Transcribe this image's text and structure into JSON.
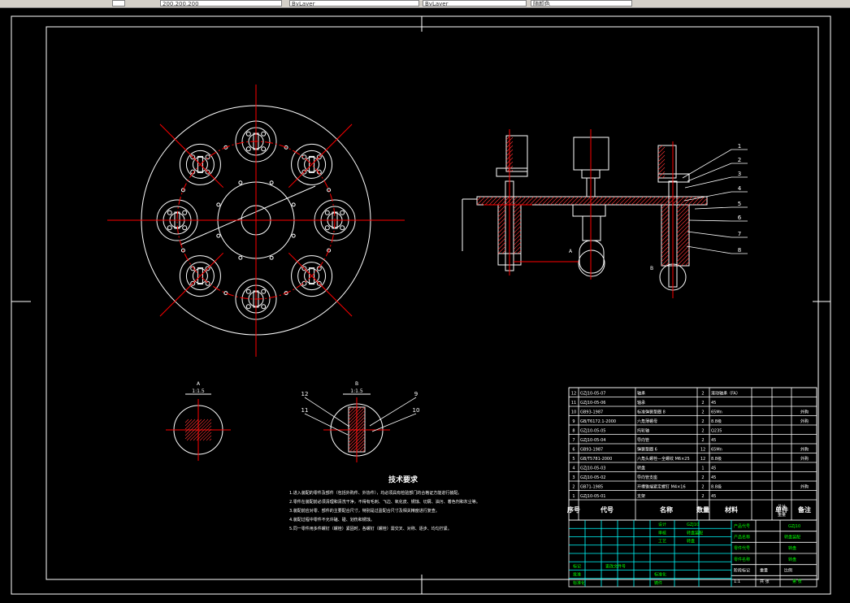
{
  "toolbar": {
    "coord_field": "200,200,200",
    "field_2": "ByLayer",
    "field_3": "ByLayer",
    "field_4": "随颜色"
  },
  "drawing": {
    "title_block_heading": "技术要求",
    "requirements": [
      "1.进入装配的零件及部件（包括外购件、外协件），均必须具有检验部门的合格证方能进行装配。",
      "2.零件在装配前必须清理和清洗干净，不得有毛刺、飞边、氧化皮、锈蚀、切屑、油污、着色剂和灰尘等。",
      "3.装配前应对零、部件的主要配合尺寸，特别是过盈配合尺寸及相关精度进行复查。",
      "4.装配过程中零件不允许磕、碰、划伤和锈蚀。",
      "5.同一零件用多件螺钉（螺栓）紧固时，各螺钉（螺栓）需交叉、对称、逐步、均匀拧紧。"
    ],
    "section_a": {
      "label": "A",
      "scale": "1:1.5"
    },
    "section_b": {
      "label": "B",
      "scale": "1:1.5"
    },
    "leaders_right": [
      "1",
      "2",
      "3",
      "4",
      "5",
      "6",
      "7",
      "8"
    ],
    "leader_a": "A",
    "leader_b": "B",
    "leaders_b_view": [
      "12",
      "11",
      "9",
      "10"
    ]
  },
  "bom": {
    "rows": [
      {
        "no": "12",
        "code": "GZJ10-05-07",
        "name": "轴承",
        "qty": "2",
        "material": "滚动轴承（FA）",
        "note": ""
      },
      {
        "no": "11",
        "code": "GZJ10-05-06",
        "name": "轴承",
        "qty": "2",
        "material": "45",
        "note": ""
      },
      {
        "no": "10",
        "code": "GB93-1987",
        "name": "标准弹簧垫圈 8",
        "qty": "2",
        "material": "65Mn",
        "note": "外购"
      },
      {
        "no": "9",
        "code": "GB/T6172.1-2000",
        "name": "六角薄螺母",
        "qty": "2",
        "material": "8.8级",
        "note": "外购"
      },
      {
        "no": "8",
        "code": "GZJ10-05-05",
        "name": "托轮轴",
        "qty": "2",
        "material": "Q235",
        "note": ""
      },
      {
        "no": "7",
        "code": "GZJ10-05-04",
        "name": "导向管",
        "qty": "2",
        "material": "45",
        "note": ""
      },
      {
        "no": "6",
        "code": "GB93-1987",
        "name": "弹簧垫圈 6",
        "qty": "12",
        "material": "65Mn",
        "note": "外购"
      },
      {
        "no": "5",
        "code": "GB/T5781-2000",
        "name": "六角头螺栓—全螺纹 M6×25",
        "qty": "12",
        "material": "8.8级",
        "note": "外购"
      },
      {
        "no": "4",
        "code": "GZJ10-05-03",
        "name": "转盘",
        "qty": "1",
        "material": "45",
        "note": ""
      },
      {
        "no": "3",
        "code": "GZJ10-05-02",
        "name": "导向管支座",
        "qty": "2",
        "material": "45",
        "note": ""
      },
      {
        "no": "2",
        "code": "GB71-1985",
        "name": "开槽锥端紧定螺钉 M4×16",
        "qty": "2",
        "material": "8.8级",
        "note": "外购"
      },
      {
        "no": "1",
        "code": "GZJ10-05-01",
        "name": "支架",
        "qty": "2",
        "material": "45",
        "note": ""
      }
    ],
    "header": {
      "no": "序号",
      "code": "代号",
      "name": "名称",
      "qty": "数量",
      "material": "材料",
      "unit_weight": "单件",
      "total_weight": "总计",
      "weight": "重量",
      "note": "备注"
    }
  },
  "title_block": {
    "cells_left": [
      "标记",
      "处数",
      "分区",
      "更改文件号",
      "签名",
      "年月日"
    ],
    "design": "设计",
    "check": "审核",
    "process": "工艺",
    "approve": "批准",
    "std": "标准化",
    "stage": "阶段标记",
    "weight": "重量",
    "scale": "比例",
    "scale_value": "1:1",
    "sheet": "共 张",
    "sheet2": "第 张",
    "product_code": "产品代号",
    "product_name": "产品名称",
    "part_code": "零件代号",
    "part_name": "零件名称",
    "green_1": "GZJ10",
    "green_2": "转盘装配",
    "green_3": "转盘",
    "green_4": "转盘",
    "g_a": "转盘",
    "g_b": "铸件"
  },
  "colors": {
    "frame": "#ffffff",
    "center": "#ff0000",
    "leader": "#ffffff",
    "text_green": "#00ff00",
    "cyan": "#00ffff",
    "hatch": "#ff3333"
  }
}
